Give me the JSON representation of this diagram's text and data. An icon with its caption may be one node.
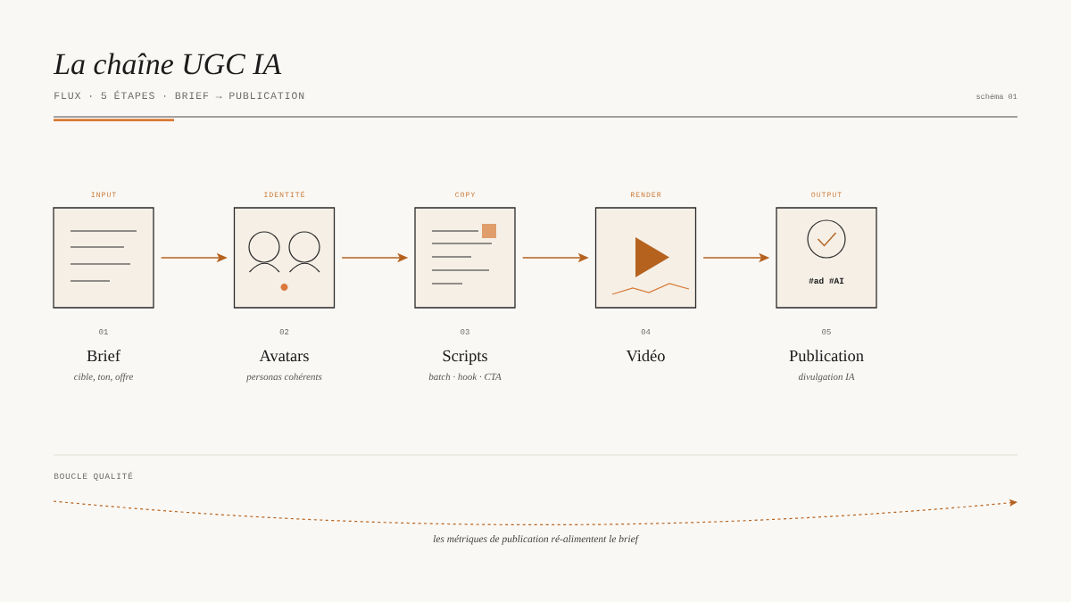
{
  "diagram": {
    "title": "La chaîne UGC IA",
    "nodes": [
      {
        "text": [
          "INPUT"
        ],
        "beside": [
          "01",
          "Brief",
          "cible, ton, offre"
        ]
      },
      {
        "text": [
          "IDENTITÉ"
        ],
        "beside": [
          "02",
          "Avatars",
          "personas cohérents"
        ]
      },
      {
        "text": [
          "COPY"
        ],
        "beside": [
          "03",
          "Scripts",
          "batch · hook · CTA"
        ]
      },
      {
        "text": [
          "RENDER"
        ],
        "beside": [
          "04",
          "Vidéo"
        ]
      },
      {
        "text": [
          "OUTPUT",
          "#ad #AI"
        ],
        "beside": [
          "05",
          "Publication",
          "divulgation IA"
        ]
      }
    ],
    "edges": [
      {
        "from": 0,
        "to": 1,
        "arrow": "to"
      },
      {
        "from": 1,
        "to": 2,
        "arrow": "to"
      },
      {
        "from": 2,
        "to": 3,
        "arrow": "to"
      },
      {
        "from": 3,
        "to": 4,
        "arrow": "to"
      }
    ],
    "labels": [
      "FLUX · 5 ÉTAPES · BRIEF → PUBLICATION",
      "schéma 01",
      "BOUCLE QUALITÉ",
      "les métriques de publication ré-alimentent le brief"
    ]
  }
}
